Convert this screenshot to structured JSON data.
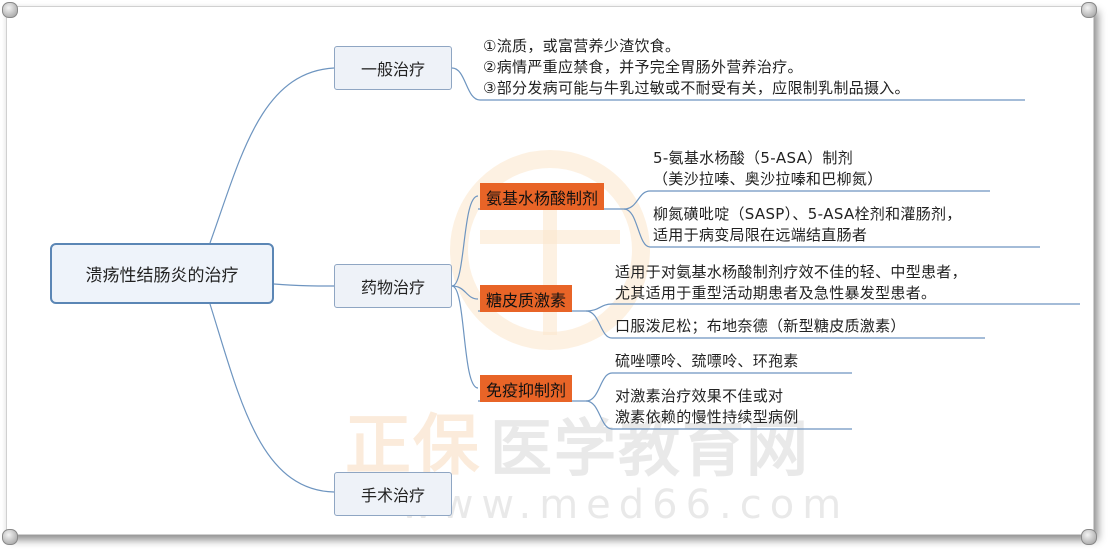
{
  "root": {
    "label": "溃疡性结肠炎的治疗"
  },
  "branches": {
    "general": {
      "label": "一般治疗"
    },
    "drug": {
      "label": "药物治疗"
    },
    "surgery": {
      "label": "手术治疗"
    }
  },
  "general_notes": [
    "①流质，或富营养少渣饮食。",
    "②病情严重应禁食，并予完全胃肠外营养治疗。",
    "③部分发病可能与牛乳过敏或不耐受有关，应限制乳制品摄入。"
  ],
  "drug_classes": {
    "aminosalicylate": {
      "label": "氨基水杨酸制剂",
      "items": [
        [
          "5-氨基水杨酸（5-ASA）制剂",
          "（美沙拉嗪、奥沙拉嗪和巴柳氮）"
        ],
        [
          "柳氮磺吡啶（SASP）、5-ASA栓剂和灌肠剂，",
          "适用于病变局限在远端结直肠者"
        ]
      ]
    },
    "corticosteroid": {
      "label": "糖皮质激素",
      "items": [
        [
          "适用于对氨基水杨酸制剂疗效不佳的轻、中型患者，",
          "尤其适用于重型活动期患者及急性暴发型患者。"
        ],
        [
          "口服泼尼松；布地奈德（新型糖皮质激素）"
        ]
      ]
    },
    "immunosuppressant": {
      "label": "免疫抑制剂",
      "items": [
        [
          "硫唑嘌呤、巯嘌呤、环孢素"
        ],
        [
          "对激素治疗效果不佳或对",
          "激素依赖的慢性持续型病例"
        ]
      ]
    }
  },
  "watermark": {
    "cn1": "正保",
    "cn2": "医学教育网",
    "url": "www.med66.com"
  },
  "colors": {
    "line": "#6e95c0",
    "accent": "#e86427",
    "root_border": "#5b86b5"
  }
}
